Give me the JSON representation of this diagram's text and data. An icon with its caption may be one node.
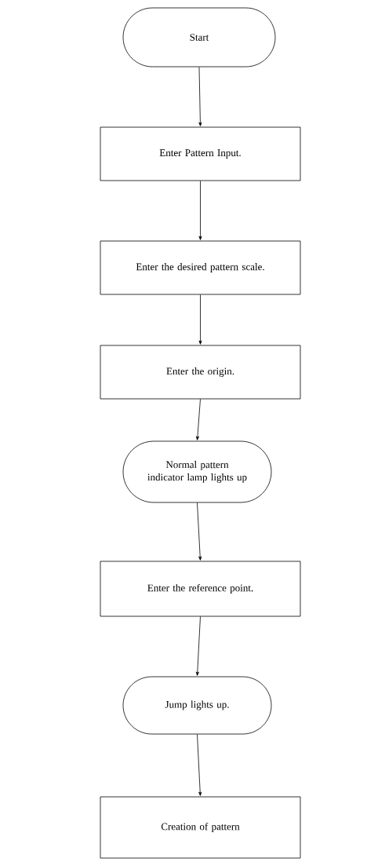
{
  "diagram": {
    "nodes": [
      {
        "text": [
          "Start"
        ]
      },
      {
        "text": [
          "Enter Pattern Input."
        ]
      },
      {
        "text": [
          "Enter the desired pattern scale."
        ]
      },
      {
        "text": [
          "Enter the origin."
        ]
      },
      {
        "text": [
          "Normal pattern indicator lamp lights up"
        ]
      },
      {
        "text": [
          "Enter the reference point."
        ]
      },
      {
        "text": [
          "Jump lights up."
        ]
      },
      {
        "text": [
          "Creation of pattern"
        ]
      }
    ],
    "edges": [
      {
        "from": 0,
        "to": 1,
        "arrow": "to"
      },
      {
        "from": 1,
        "to": 2,
        "arrow": "to"
      },
      {
        "from": 2,
        "to": 3,
        "arrow": "to"
      },
      {
        "from": 3,
        "to": 4,
        "arrow": "to"
      },
      {
        "from": 4,
        "to": 5,
        "arrow": "to"
      },
      {
        "from": 5,
        "to": 6,
        "arrow": "to"
      },
      {
        "from": 6,
        "to": 7,
        "arrow": "to"
      }
    ]
  }
}
